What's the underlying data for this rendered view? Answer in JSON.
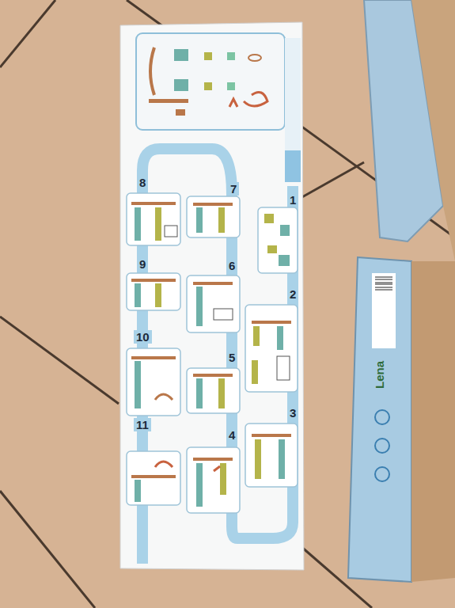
{
  "diagram": {
    "labels": [
      "1",
      "2",
      "3",
      "4",
      "5",
      "6",
      "7",
      "8",
      "9",
      "10",
      "11",
      "Lena"
    ]
  }
}
